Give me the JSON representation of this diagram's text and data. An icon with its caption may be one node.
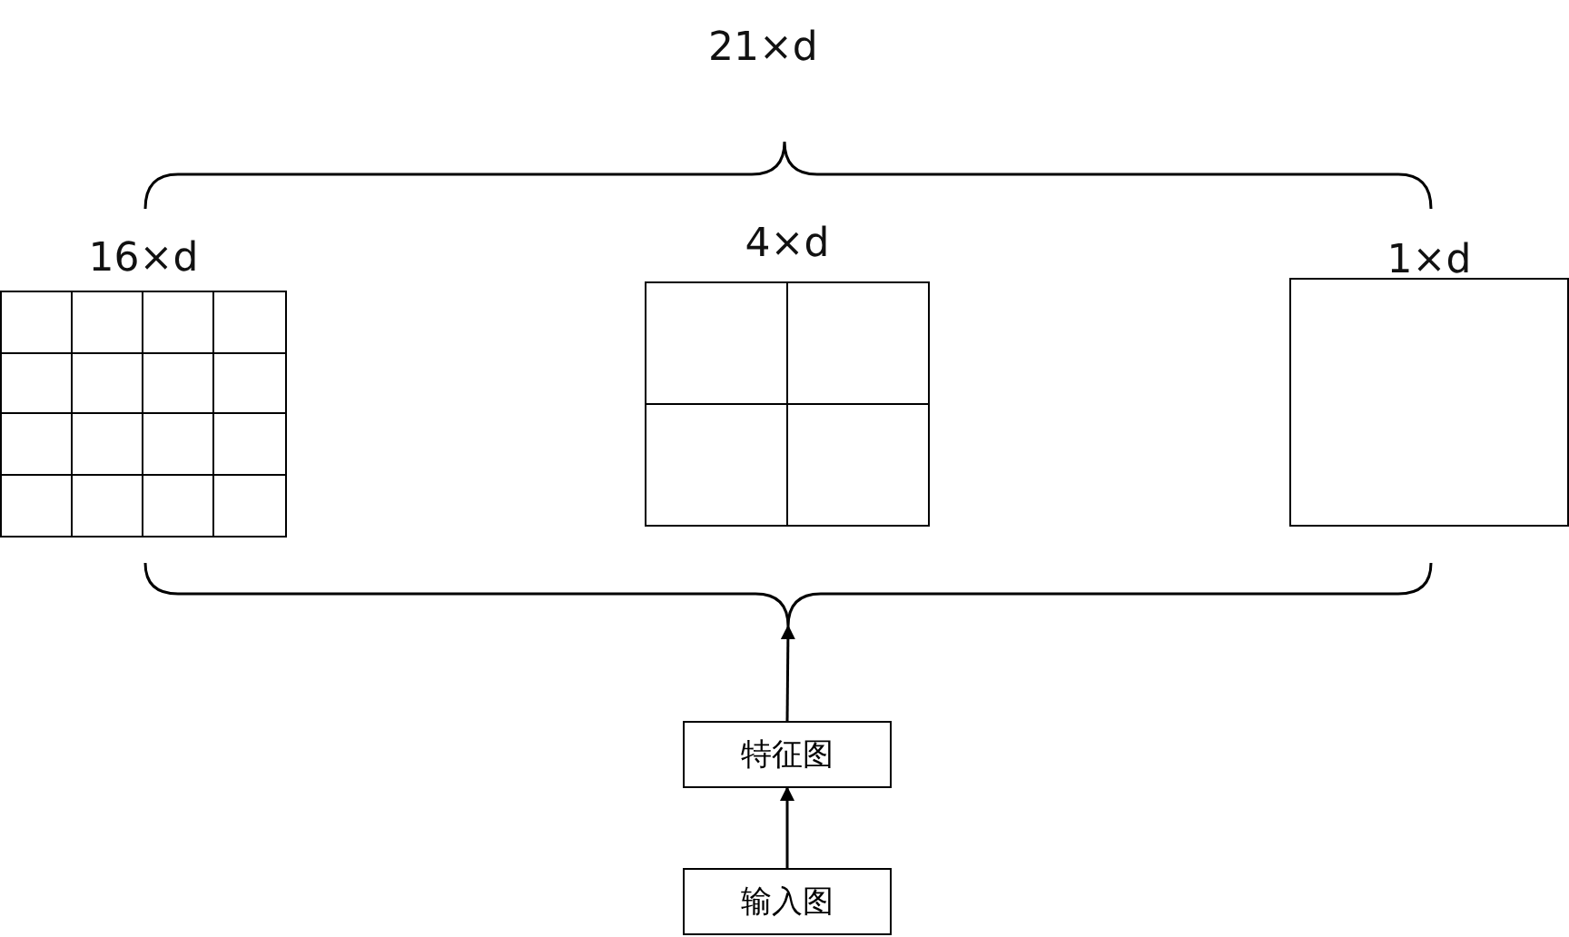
{
  "diagram": {
    "nodes": [
      {
        "text": [
          "16×d"
        ]
      },
      {
        "text": [
          "4×d"
        ]
      },
      {
        "text": [
          "1×d"
        ]
      },
      {
        "text": [],
        "shape": "brace"
      },
      {
        "text": [
          "特征图"
        ]
      },
      {
        "text": [
          "输入图"
        ]
      }
    ],
    "edges": [
      {
        "from": 4,
        "to": 3,
        "arrow": "to"
      },
      {
        "from": 5,
        "to": 4,
        "arrow": "to"
      }
    ],
    "labels": [
      "21×d"
    ]
  }
}
